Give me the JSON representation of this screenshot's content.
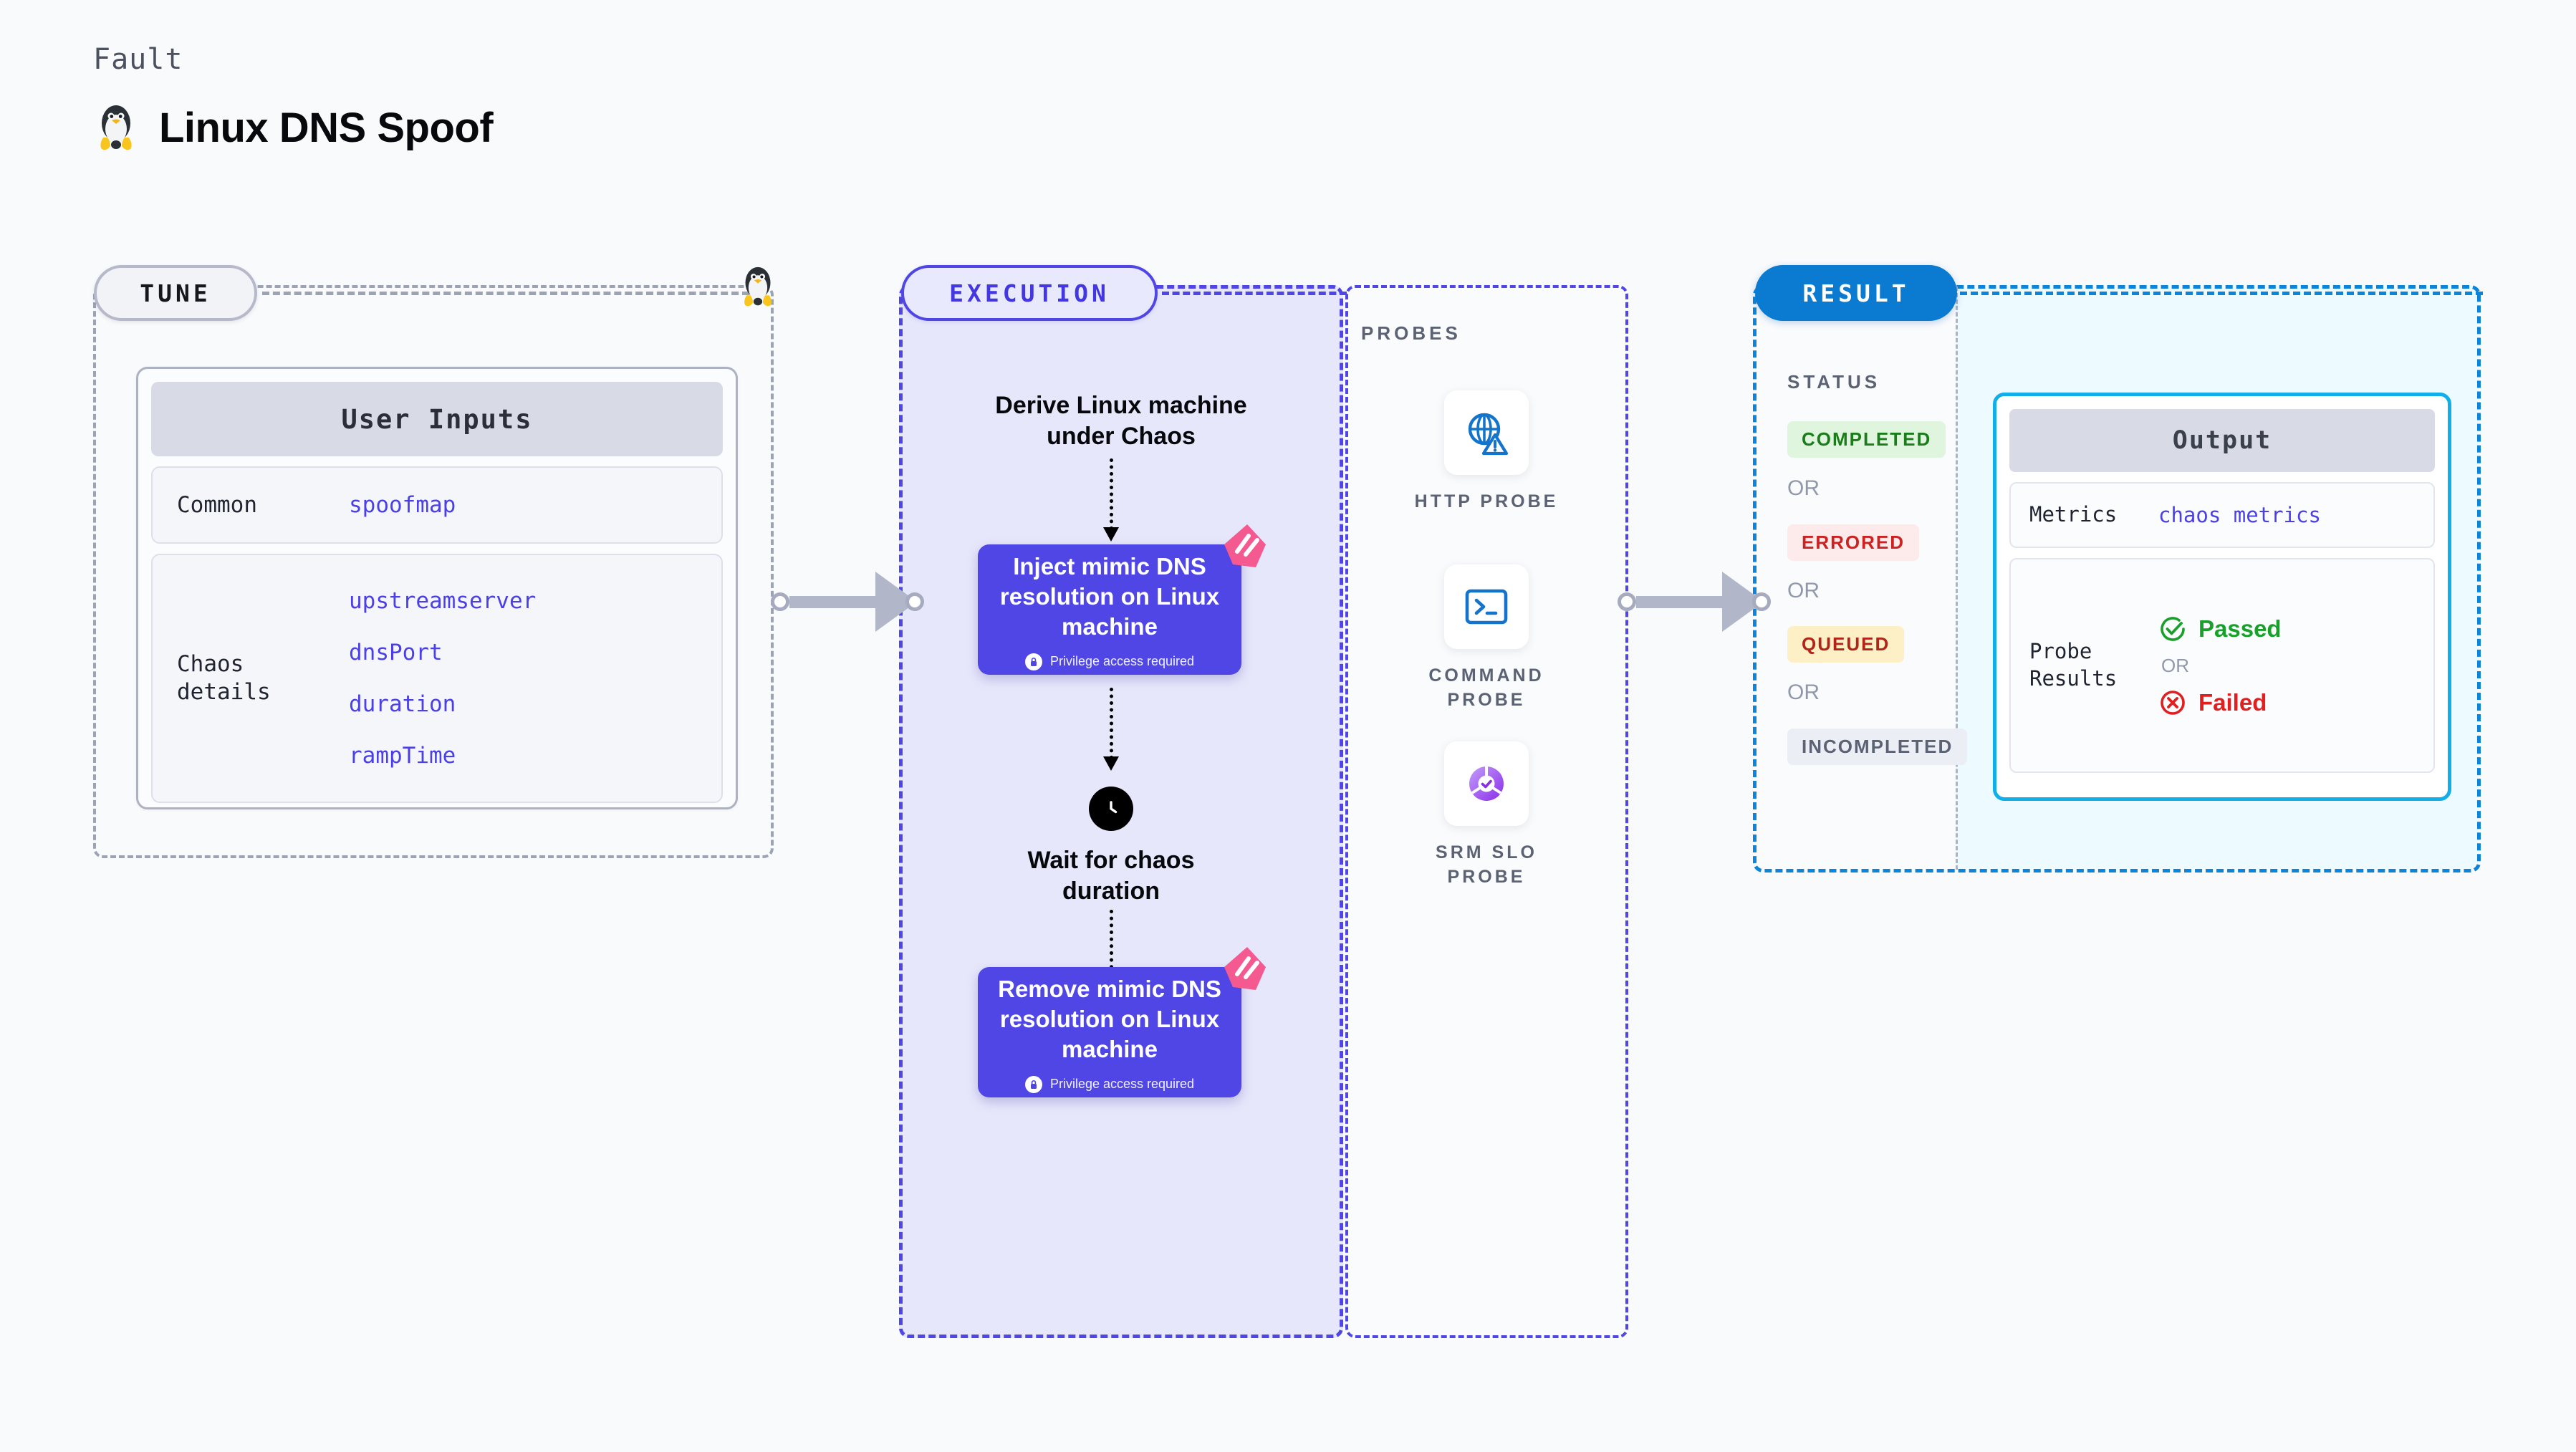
{
  "header": {
    "eyebrow": "Fault",
    "title": "Linux DNS Spoof",
    "icon": "linux-penguin-icon"
  },
  "tune": {
    "pill_label": "TUNE",
    "panel_title": "User Inputs",
    "rows": [
      {
        "key": "Common",
        "values": [
          "spoofmap"
        ]
      },
      {
        "key": "Chaos details",
        "values": [
          "upstreamserver",
          "dnsPort",
          "duration",
          "rampTime"
        ]
      }
    ]
  },
  "execution": {
    "pill_label": "EXECUTION",
    "step1_text": "Derive Linux machine under Chaos",
    "action1": {
      "title": "Inject mimic DNS resolution on Linux machine",
      "privilege_note": "Privilege access required"
    },
    "wait_text": "Wait for chaos duration",
    "action2": {
      "title": "Remove mimic DNS resolution on Linux machine",
      "privilege_note": "Privilege access required"
    }
  },
  "probes": {
    "label": "PROBES",
    "items": [
      {
        "name": "HTTP PROBE",
        "icon": "globe-warning-icon"
      },
      {
        "name": "COMMAND PROBE",
        "icon": "terminal-icon"
      },
      {
        "name": "SRM SLO PROBE",
        "icon": "slo-gauge-check-icon"
      }
    ]
  },
  "result": {
    "pill_label": "RESULT",
    "status_label": "STATUS",
    "or_label": "OR",
    "statuses": [
      {
        "label": "COMPLETED",
        "color": "#1a7d1a",
        "bg": "#dff5de"
      },
      {
        "label": "ERRORED",
        "color": "#cc2222",
        "bg": "#fdeaea"
      },
      {
        "label": "QUEUED",
        "color": "#b42318",
        "bg": "#fdf0c6"
      },
      {
        "label": "INCOMPLETED",
        "color": "#5b6273",
        "bg": "#eceef5"
      }
    ],
    "output": {
      "title": "Output",
      "metrics_key": "Metrics",
      "metrics_value": "chaos metrics",
      "probe_results_key": "Probe Results",
      "passed_label": "Passed",
      "failed_label": "Failed",
      "or_label": "OR"
    }
  },
  "colors": {
    "background": "#f8fafc",
    "tune_accent": "#9ca3b5",
    "execution_accent": "#4f46e5",
    "result_accent": "#0b84d9",
    "output_accent": "#11aeea",
    "link": "#4a3fe8",
    "badge_pink": "#f4598f"
  }
}
